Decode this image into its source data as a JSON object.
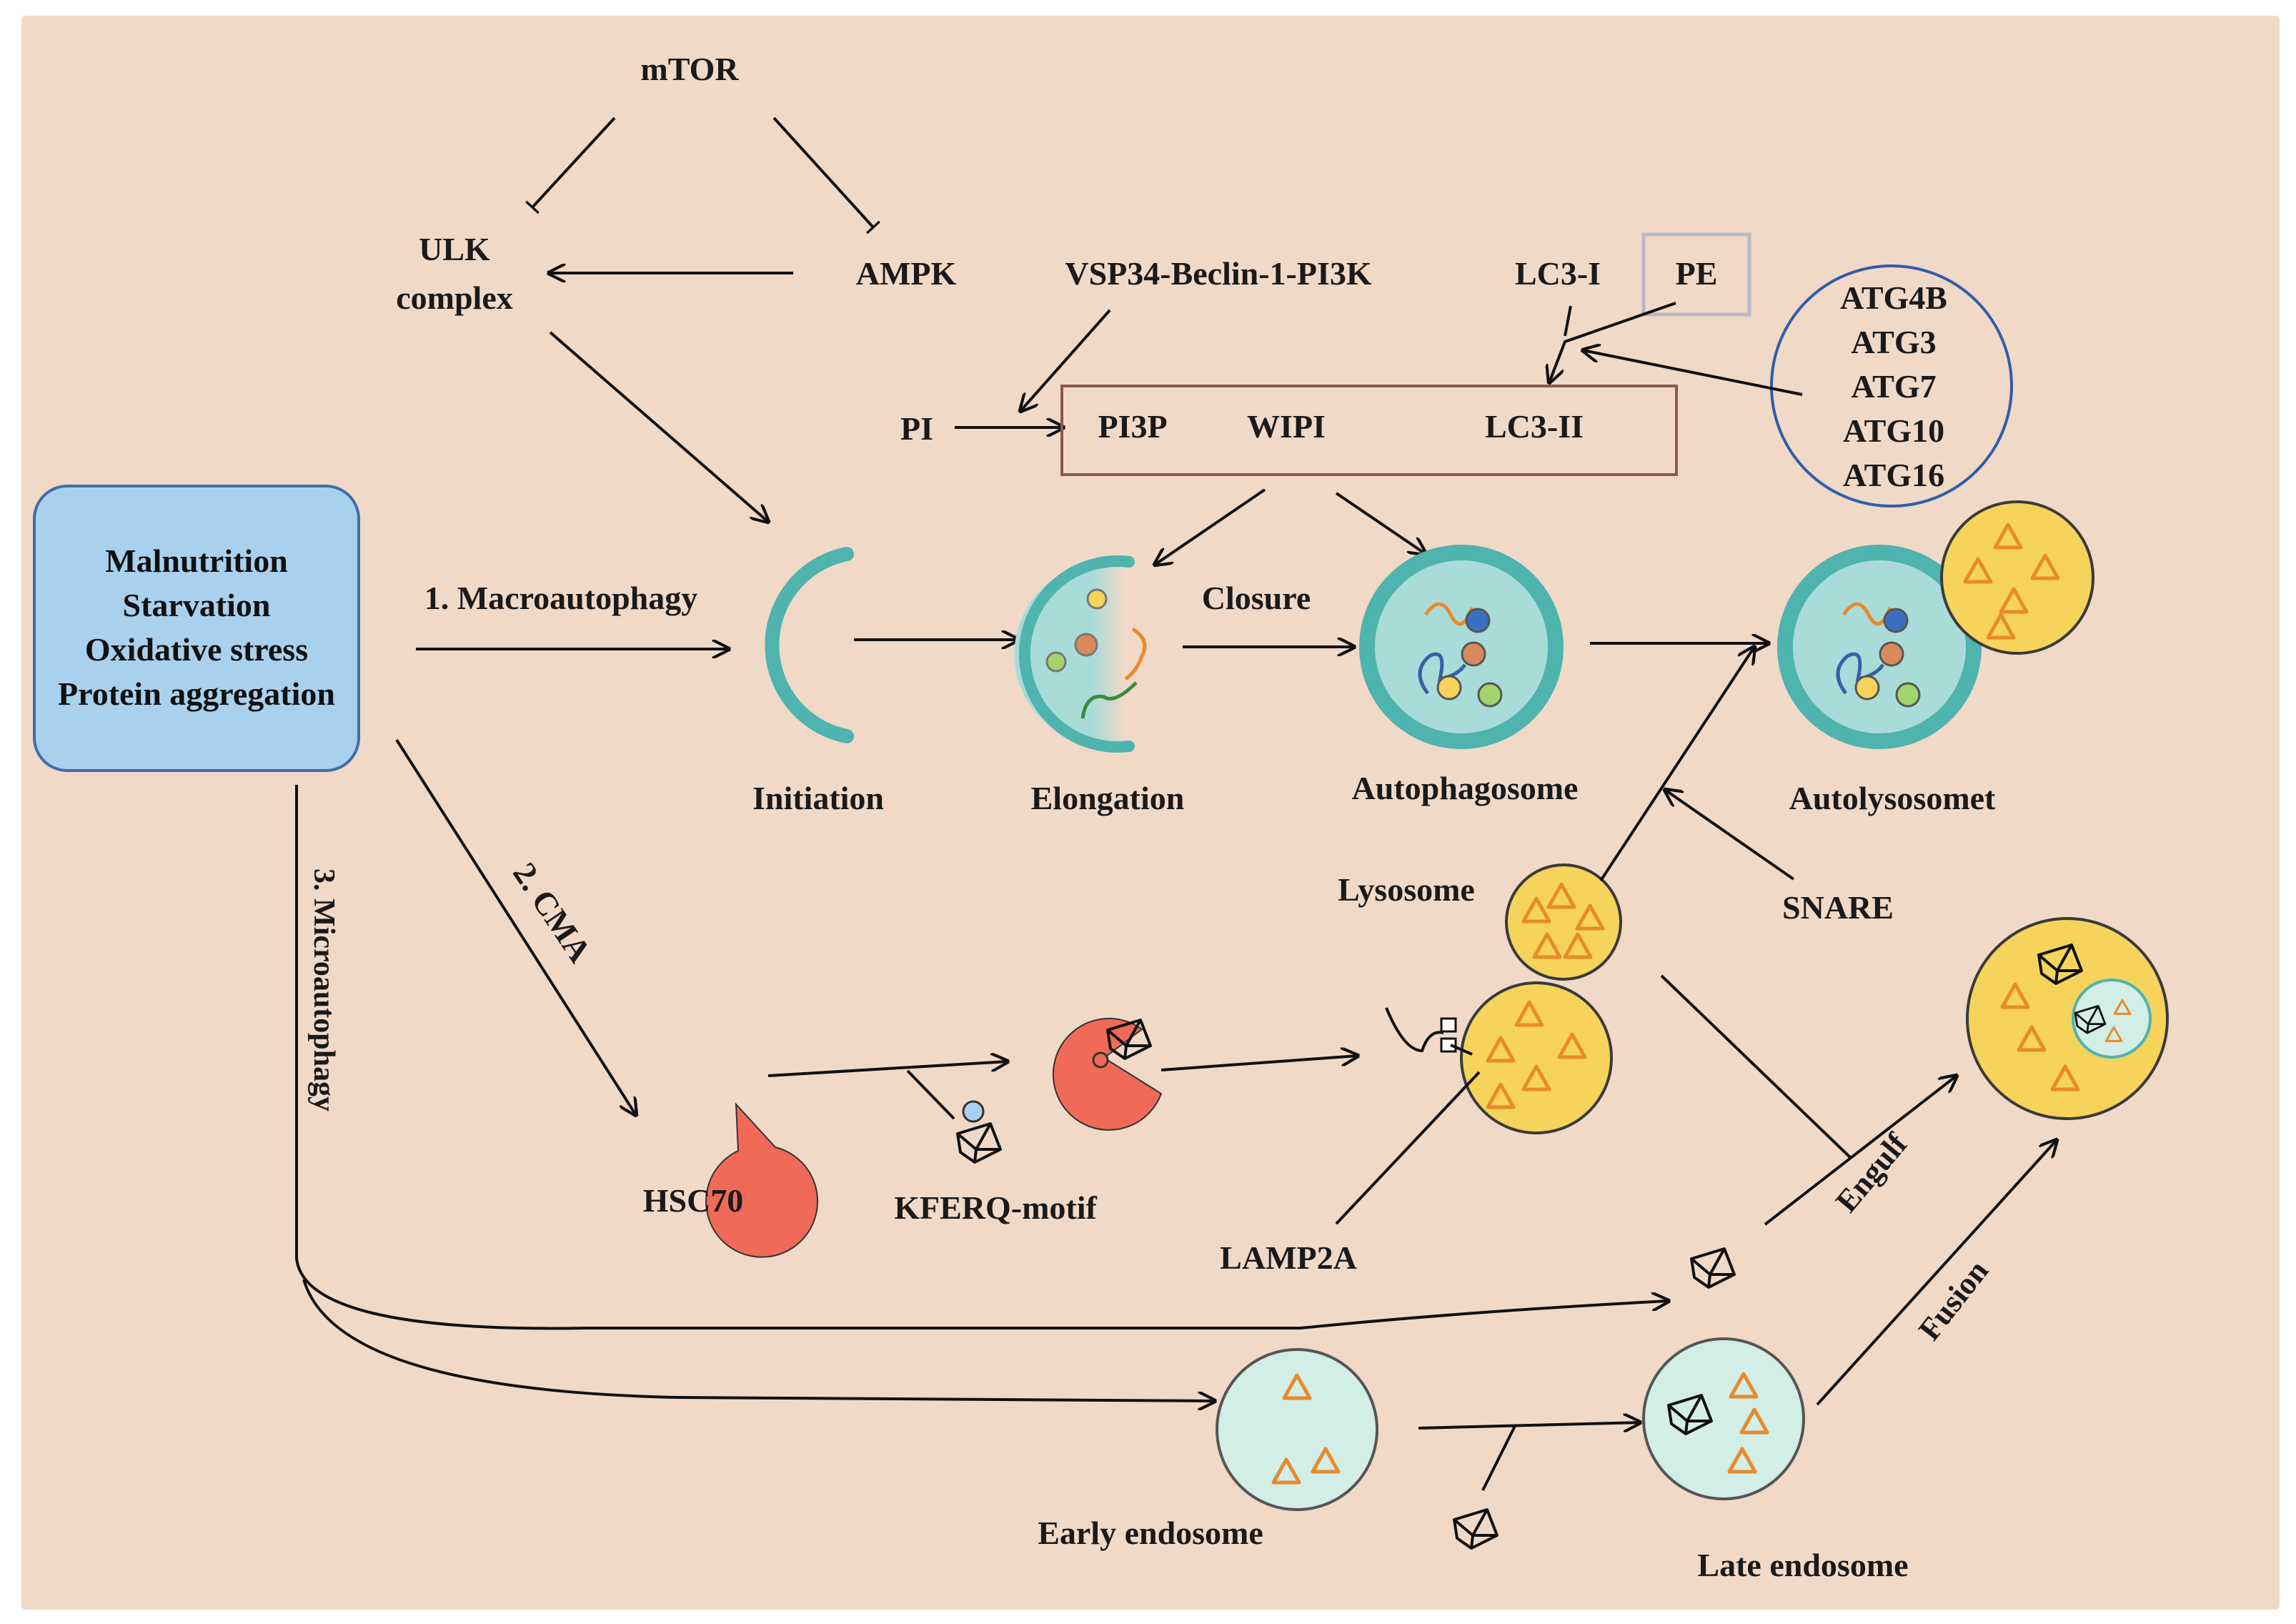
{
  "colors": {
    "background": "#f1d9c8",
    "stress_box_fill": "#a9d1ee",
    "stress_box_stroke": "#3e6fa8",
    "membrane": "#4fb3ae",
    "autophagosome_fill": "#a9dcd9",
    "lysosome_fill": "#f6d35a",
    "lysosome_stroke": "#3a3a3a",
    "cargo_triangle": "#e88a2c",
    "hsc70": "#f06a57",
    "endosome_fill": "#d3eee6",
    "atg_circle_stroke": "#2f5ea8",
    "pi3p_box_stroke": "#8a5a4a",
    "pe_box_stroke": "#b8b8c2",
    "arrow": "#111111"
  },
  "stress_box": {
    "lines": [
      "Malnutrition",
      "Starvation",
      "Oxidative stress",
      "Protein aggregation"
    ]
  },
  "signaling": {
    "mtor": "mTOR",
    "ulk_line1": "ULK",
    "ulk_line2": "complex",
    "ampk": "AMPK",
    "vsp34": "VSP34-Beclin-1-PI3K",
    "lc3_i": "LC3-I",
    "pe": "PE",
    "pi": "PI",
    "pi3p": "PI3P",
    "wipi": "WIPI",
    "lc3_ii": "LC3-II",
    "atg_list": [
      "ATG4B",
      "ATG3",
      "ATG7",
      "ATG10",
      "ATG16"
    ]
  },
  "pathways": {
    "macro": "1. Macroautophagy",
    "cma": "2. CMA",
    "micro": "3. Microautophagy"
  },
  "stages": {
    "initiation": "Initiation",
    "elongation": "Elongation",
    "closure": "Closure",
    "autophagosome": "Autophagosome",
    "autolysosome": "Autolysosomet",
    "lysosome": "Lysosome",
    "snare": "SNARE"
  },
  "cma": {
    "hsc70": "HSC70",
    "kferq": "KFERQ-motif",
    "lamp2a": "LAMP2A"
  },
  "micro": {
    "engulf": "Engulf",
    "fusion": "Fusion",
    "early_endosome": "Early endosome",
    "late_endosome": "Late endosome"
  }
}
